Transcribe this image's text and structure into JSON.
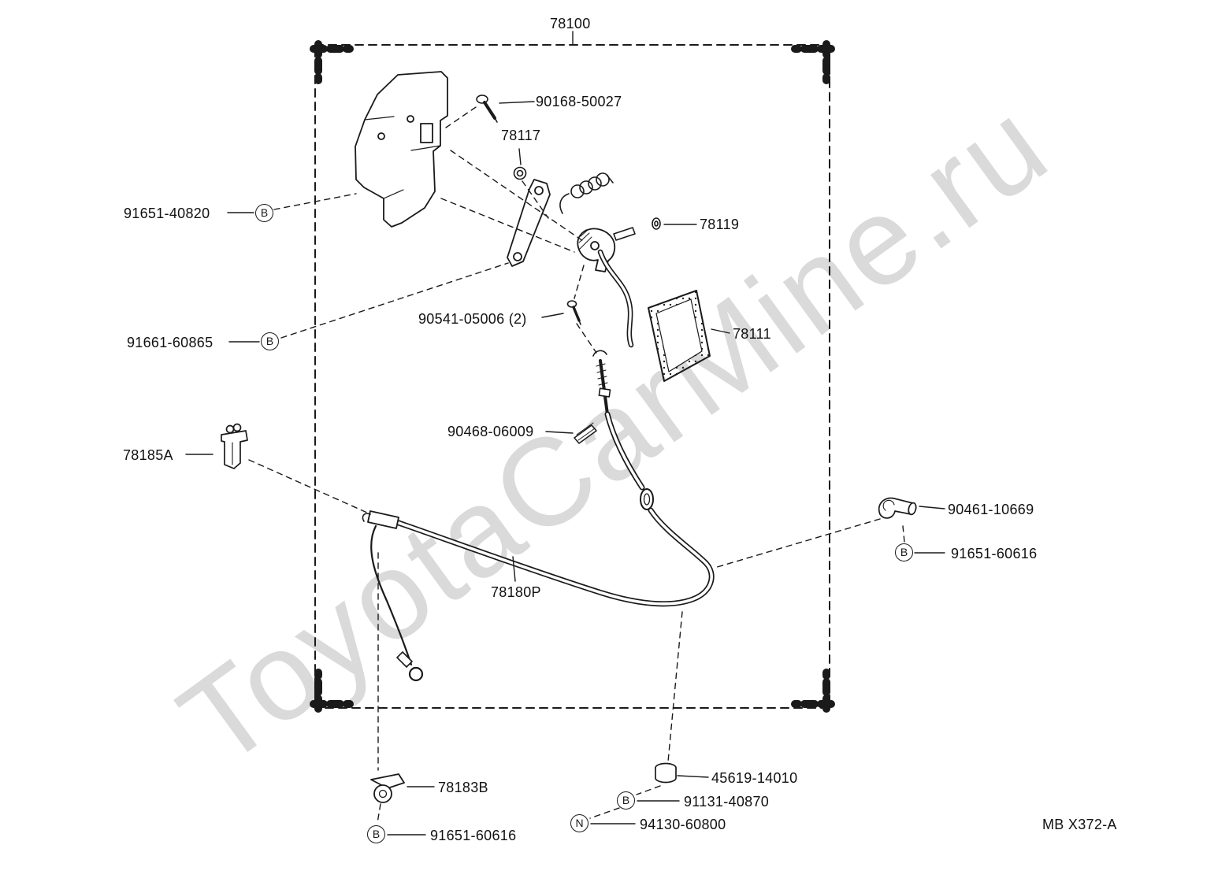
{
  "watermark": {
    "text": "ToyotaCarMine.ru"
  },
  "diagram": {
    "footer_code": "MB X372-A",
    "labels": {
      "l78100": "78100",
      "l90168_50027": "90168-50027",
      "l78117": "78117",
      "l78119": "78119",
      "l91651_40820": "91651-40820",
      "l91661_60865": "91661-60865",
      "l90541_05006": "90541-05006 (2)",
      "l78111": "78111",
      "l90468_06009": "90468-06009",
      "l78185a": "78185A",
      "l78180p": "78180P",
      "l90461_10669": "90461-10669",
      "l91651_60616_right": "91651-60616",
      "l78183b": "78183B",
      "l91651_60616_bottom": "91651-60616",
      "l45619_14010": "45619-14010",
      "l91131_40870": "91131-40870",
      "l94130_60800": "94130-60800"
    },
    "markers": {
      "b": "B",
      "n": "N"
    }
  }
}
